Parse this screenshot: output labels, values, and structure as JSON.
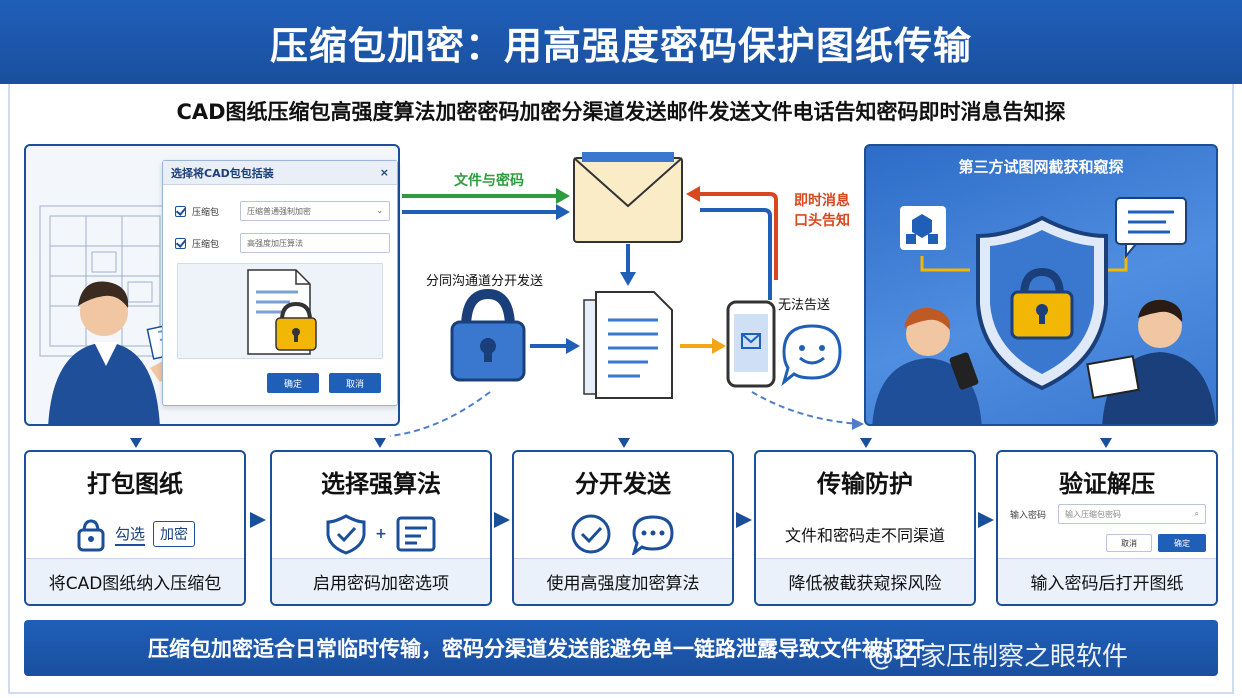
{
  "title": "压缩包加密：用高强度密码保护图纸传输",
  "subtitle": "CAD图纸压缩包高强度算法加密密码加密分渠道发送邮件发送文件电话告知密码即时消息告知探",
  "dialog": {
    "title": "选择将CAD包包括装",
    "close": "×",
    "row1_label": "压缩包",
    "row1_value": "压缩普通强制加密",
    "row2_label": "压缩包",
    "row2_value": "高强度加压算法",
    "btn_ok": "确定",
    "btn_cancel": "取消"
  },
  "flow": {
    "file_and_password": "文件与密码",
    "separate_channels": "分同沟通道分开发送",
    "instant_msg_1": "即时消息",
    "instant_msg_2": "口头告知",
    "cannot_tell": "无法告送"
  },
  "right_panel_title": "第三方试图网截获和窥探",
  "steps": [
    {
      "title": "打包图纸",
      "mid_a": "勾选",
      "mid_b": "加密",
      "footer": "将CAD图纸纳入压缩包"
    },
    {
      "title": "选择强算法",
      "mid_plus": "+",
      "footer": "启用密码加密选项"
    },
    {
      "title": "分开发送",
      "footer": "使用高强度加密算法"
    },
    {
      "title": "传输防护",
      "mid_text": "文件和密码走不同渠道",
      "footer": "降低被截获窥探风险"
    },
    {
      "title": "验证解压",
      "mid_label": "输入密码",
      "mid_placeholder": "输入压缩包密码",
      "btn_a": "取消",
      "btn_b": "确定",
      "footer": "输入密码后打开图纸"
    }
  ],
  "bottom_banner": "压缩包加密适合日常临时传输，密码分渠道发送能避免单一链路泄露导致文件被打开",
  "watermark": "@名家压制察之眼软件",
  "colors": {
    "primary": "#1c4f99",
    "bar": "#1f5fb8",
    "green": "#2e9b3e",
    "orange": "#e07a1f",
    "red": "#d8481f",
    "gold": "#f2b705"
  }
}
